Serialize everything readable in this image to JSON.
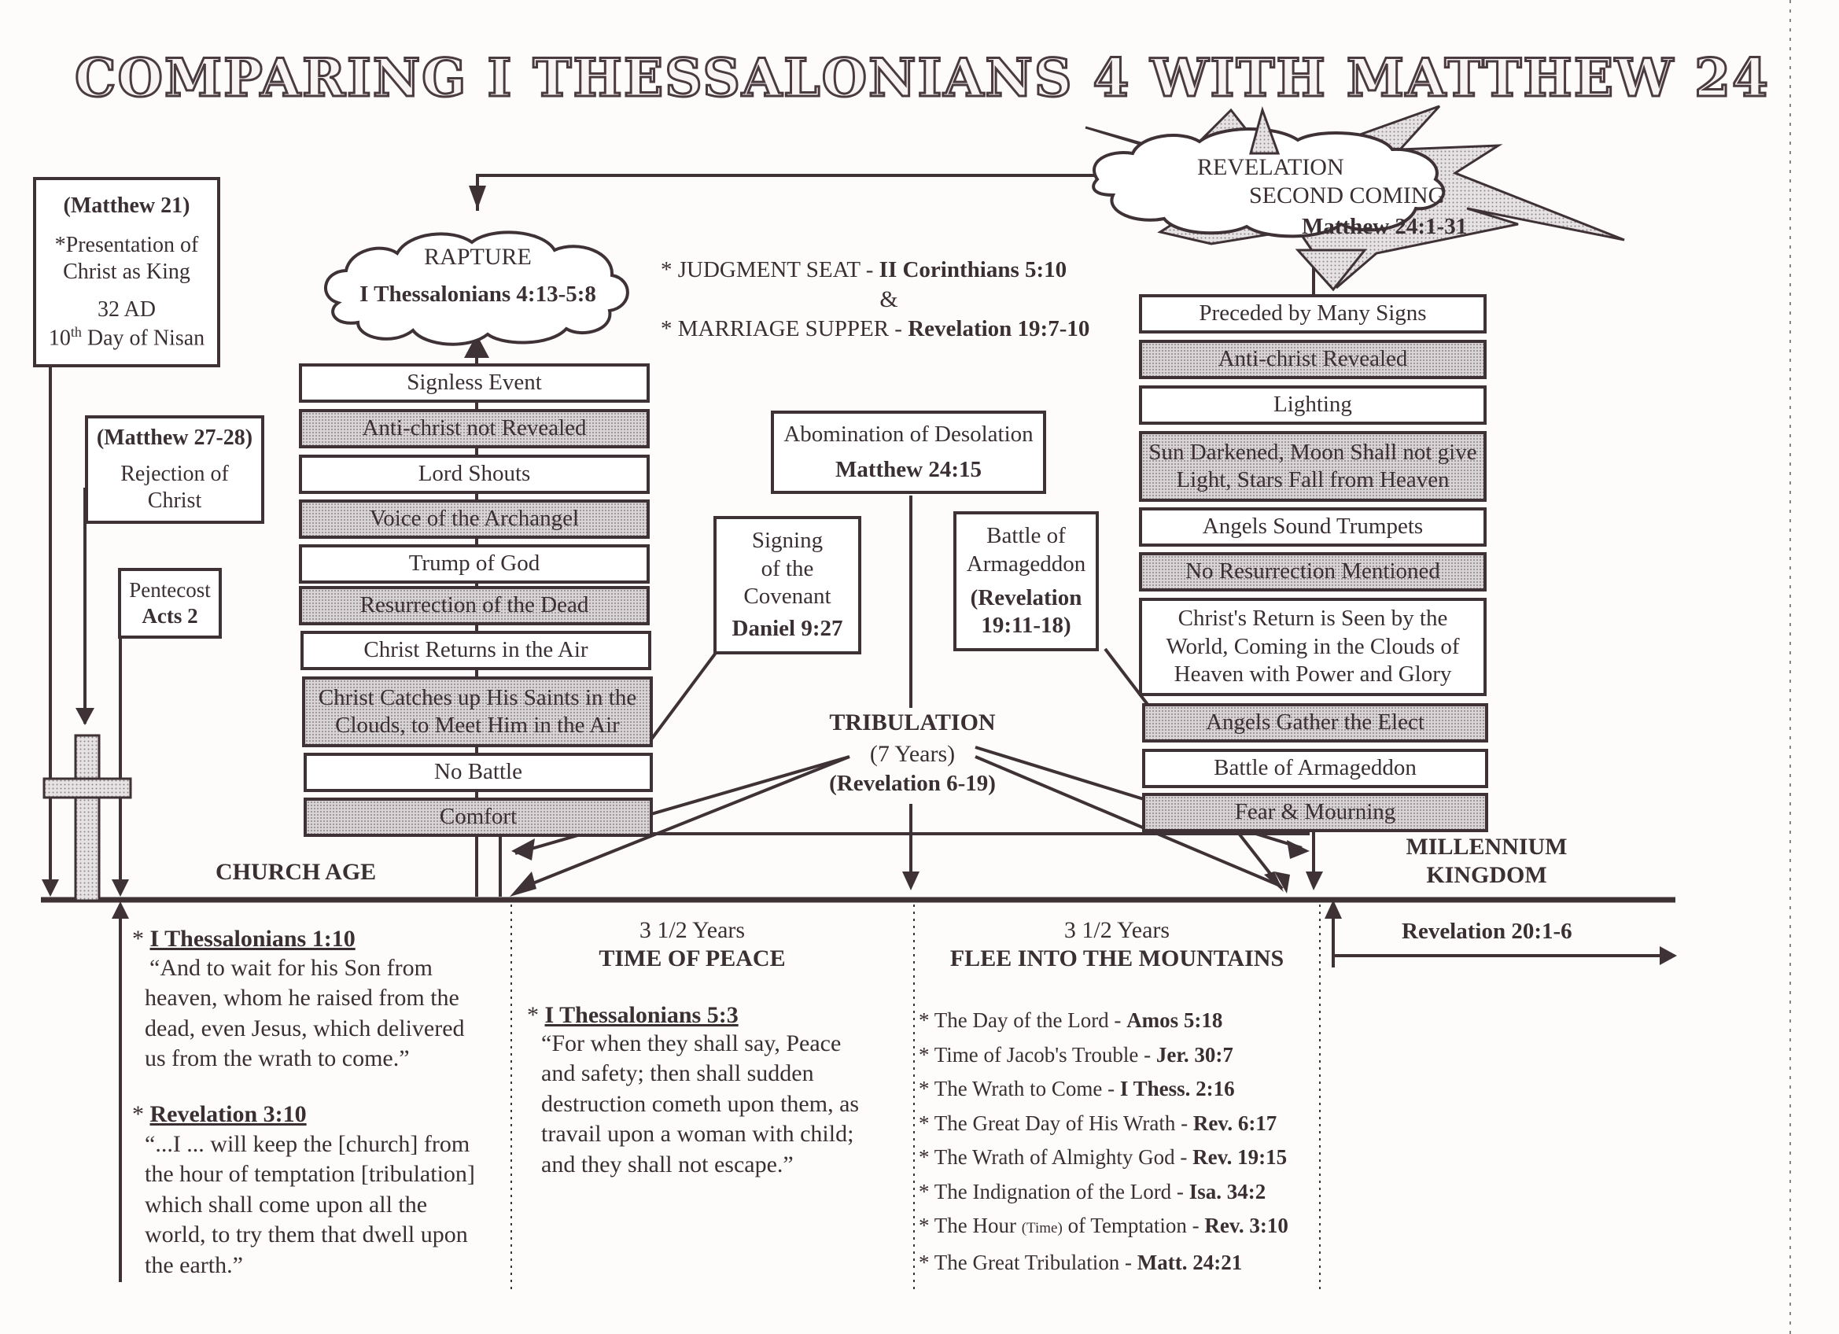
{
  "title": "COMPARING I THESSALONIANS 4 WITH MATTHEW 24",
  "left_events": {
    "matthew21": {
      "ref": "(Matthew 21)",
      "line1": "*Presentation of",
      "line2": "Christ as King",
      "year": "32 AD",
      "day_num": "10",
      "day_sup": "th",
      "day_rest": " Day of Nisan"
    },
    "matthew27": {
      "ref": "(Matthew 27-28)",
      "line1": "Rejection of",
      "line2": "Christ"
    },
    "pentecost": {
      "line1": "Pentecost",
      "line2": "Acts 2"
    }
  },
  "rapture": {
    "title": "RAPTURE",
    "ref": "I Thessalonians 4:13-5:8",
    "items": [
      "Signless Event",
      "Anti-christ not Revealed",
      "Lord Shouts",
      "Voice of the Archangel",
      "Trump of God",
      "Resurrection of the Dead",
      "Christ Returns in the Air",
      "Christ Catches up His Saints in the Clouds, to Meet Him in the Air",
      "No Battle",
      "Comfort"
    ]
  },
  "judgment": {
    "line1_label": "* JUDGMENT SEAT - ",
    "line1_ref": "II Corinthians 5:10",
    "amp": "&",
    "line2_label": "* MARRIAGE SUPPER - ",
    "line2_ref": "Revelation 19:7-10"
  },
  "second_coming": {
    "line1": "REVELATION",
    "line2": "SECOND COMING",
    "ref": "Matthew 24:1-31",
    "items": [
      "Preceded by Many Signs",
      "Anti-christ Revealed",
      "Lighting",
      "Sun Darkened, Moon Shall not give Light, Stars Fall from Heaven",
      "Angels Sound Trumpets",
      "No Resurrection Mentioned",
      "Christ's Return is Seen by the World, Coming in the Clouds of Heaven with Power and Glory",
      "Angels Gather the Elect",
      "Battle of Armageddon",
      "Fear & Mourning"
    ]
  },
  "middle": {
    "abomination": {
      "line1": "Abomination of Desolation",
      "ref": "Matthew 24:15"
    },
    "covenant": {
      "line1": "Signing",
      "line2": "of the",
      "line3": "Covenant",
      "ref": "Daniel 9:27"
    },
    "armageddon": {
      "line1": "Battle of",
      "line2": "Armageddon",
      "ref1": "(Revelation",
      "ref2": "19:11-18)"
    },
    "tribulation": {
      "title": "TRIBULATION",
      "years": "(7 Years)",
      "ref": "(Revelation 6-19)"
    }
  },
  "timeline": {
    "church_age": "CHURCH AGE",
    "millennium1": "MILLENNIUM",
    "millennium2": "KINGDOM",
    "millennium_ref": "Revelation 20:1-6"
  },
  "bottom": {
    "col1": {
      "ref1": "I Thessalonians 1:10",
      "quote1": "“And to wait for his Son from heaven, whom he raised from the dead, even Jesus, which delivered us from the wrath to come.”",
      "ref2": "Revelation 3:10",
      "quote2": "“...I ... will keep the [church] from the hour of temptation [tribulation] which shall come upon all the world, to try them that dwell upon the earth.”"
    },
    "col2": {
      "years": "3 1/2 Years",
      "heading": "TIME OF PEACE",
      "ref": "I Thessalonians 5:3",
      "quote": "“For when they shall say, Peace and safety; then shall sudden destruction cometh upon them, as travail upon a woman with child; and they shall not escape.”"
    },
    "col3": {
      "years": "3 1/2 Years",
      "heading": "FLEE INTO THE MOUNTAINS",
      "list": [
        {
          "text": "The Day of the Lord - ",
          "ref": "Amos 5:18"
        },
        {
          "text": "Time of Jacob's Trouble - ",
          "ref": "Jer. 30:7"
        },
        {
          "text": "The Wrath to Come - ",
          "ref": "I Thess. 2:16"
        },
        {
          "text": "The Great Day of His Wrath - ",
          "ref": "Rev. 6:17"
        },
        {
          "text": "The Wrath of Almighty God - ",
          "ref": "Rev. 19:15"
        },
        {
          "text": "The Indignation of the Lord - ",
          "ref": "Isa. 34:2"
        },
        {
          "text": "The Hour ",
          "small": "(Time)",
          "text2": " of Temptation - ",
          "ref": "Rev. 3:10"
        },
        {
          "text": "The Great Tribulation - ",
          "ref": "Matt. 24:21"
        }
      ]
    }
  },
  "colors": {
    "ink": "#3e3236",
    "shade": "#d9d5d6"
  }
}
